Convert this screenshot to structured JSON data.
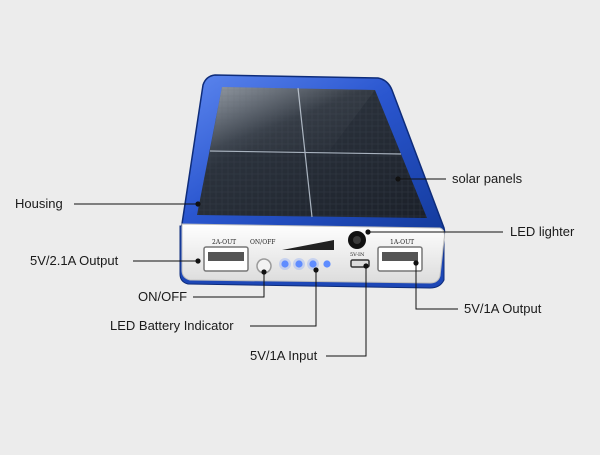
{
  "device": {
    "port_labels": {
      "out_left": "2A-OUT",
      "on_off": "ON/OFF",
      "in": "5V-IN",
      "out_right": "1A-OUT"
    }
  },
  "callouts": {
    "housing": "Housing",
    "solar_panels": "solar panels",
    "led_lighter": "LED lighter",
    "output_left": "5V/2.1A Output",
    "on_off": "ON/OFF",
    "led_indicator": "LED Battery Indicator",
    "input": "5V/1A Input",
    "output_right": "5V/1A Output"
  },
  "colors": {
    "housing_blue": "#1f4fc8",
    "panel_dark": "#2a313b",
    "face_white": "#f5f5f5",
    "indicator_led": "#5f8dff"
  }
}
